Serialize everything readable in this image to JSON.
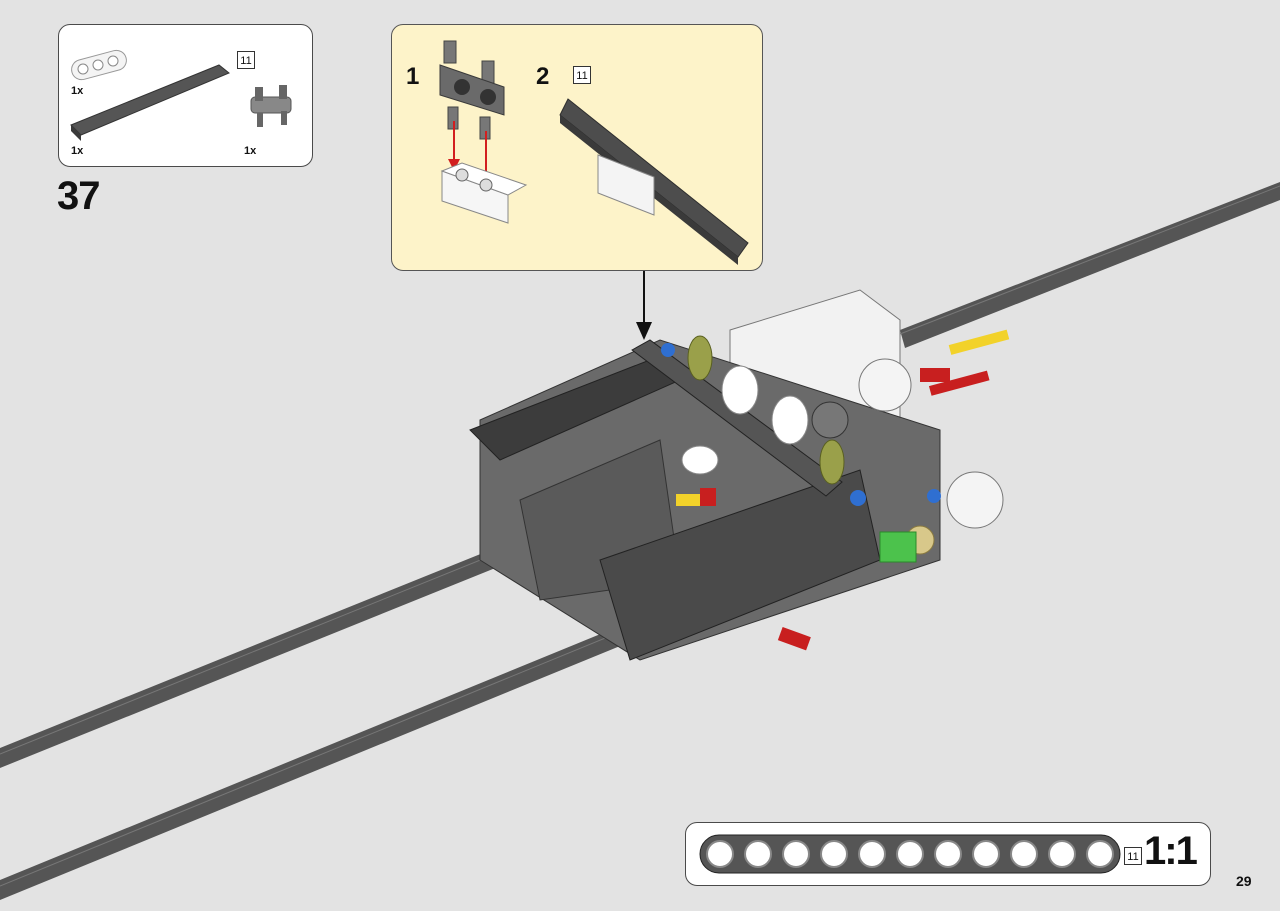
{
  "step": {
    "number": "37"
  },
  "parts_callout": {
    "parts": [
      {
        "name": "white-3-beam",
        "quantity": "1x"
      },
      {
        "name": "dark-grey-11-beam",
        "quantity": "1x",
        "length": "11"
      },
      {
        "name": "grey-connector",
        "quantity": "1x"
      }
    ]
  },
  "sub_assembly": {
    "steps": [
      {
        "number": "1"
      },
      {
        "number": "2",
        "length": "11"
      }
    ]
  },
  "scale_ruler": {
    "length": "11",
    "scale": "1:1"
  },
  "page": {
    "number": "29"
  },
  "colors": {
    "background": "#e3e3e3",
    "callout_bg": "#ffffff",
    "subassembly_bg": "#fdf3c9",
    "beam_dark": "#4d4d4d",
    "arrow_red": "#d21f1f"
  }
}
